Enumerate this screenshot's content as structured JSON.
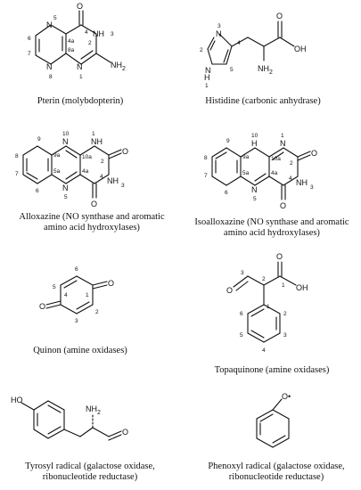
{
  "captions": {
    "pterin": "Pterin (molybdopterin)",
    "histidine": "Histidine (carbonic anhydrase)",
    "alloxazine": "Alloxazine (NO synthase and aromatic amino acid hydroxylases)",
    "isoalloxazine": "Isoalloxazine (NO synthase and aromatic amino acid hydroxylases)",
    "quinon": "Quinon (amine oxidases)",
    "topaquinone": "Topaquinone (amine oxidases)",
    "tyrosyl": "Tyrosyl radical (galactose oxidase, ribonucleotide reductase)",
    "phenoxyl": "Phenoxyl radical (galactose oxidase, ribonucleotide reductase)"
  },
  "atoms": {
    "O": "O",
    "N": "N",
    "NH": "NH",
    "H": "H",
    "NH2": "NH",
    "OH": "OH",
    "HO": "HO",
    "radical_O": "O•",
    "sub2": "2"
  },
  "pterin_numbers": [
    "5",
    "4",
    "3",
    "6",
    "4a",
    "2",
    "7",
    "8a",
    "8",
    "1"
  ],
  "histidine_numbers": [
    "3",
    "4",
    "2",
    "1",
    "5"
  ],
  "alloxazine_numbers": [
    "9",
    "10",
    "1",
    "8",
    "9a",
    "10a",
    "2",
    "3",
    "7",
    "5a",
    "4a",
    "6",
    "5",
    "4"
  ],
  "isoalloxazine_numbers": [
    "9",
    "10",
    "1",
    "8",
    "9a",
    "10a",
    "2",
    "3",
    "7",
    "5a",
    "4a",
    "6",
    "5",
    "4"
  ],
  "quinon_numbers": [
    "6",
    "5",
    "1",
    "4",
    "2",
    "3"
  ],
  "topaquinone_numbers": [
    "3",
    "2",
    "1",
    "1",
    "6",
    "2",
    "5",
    "3",
    "4"
  ]
}
